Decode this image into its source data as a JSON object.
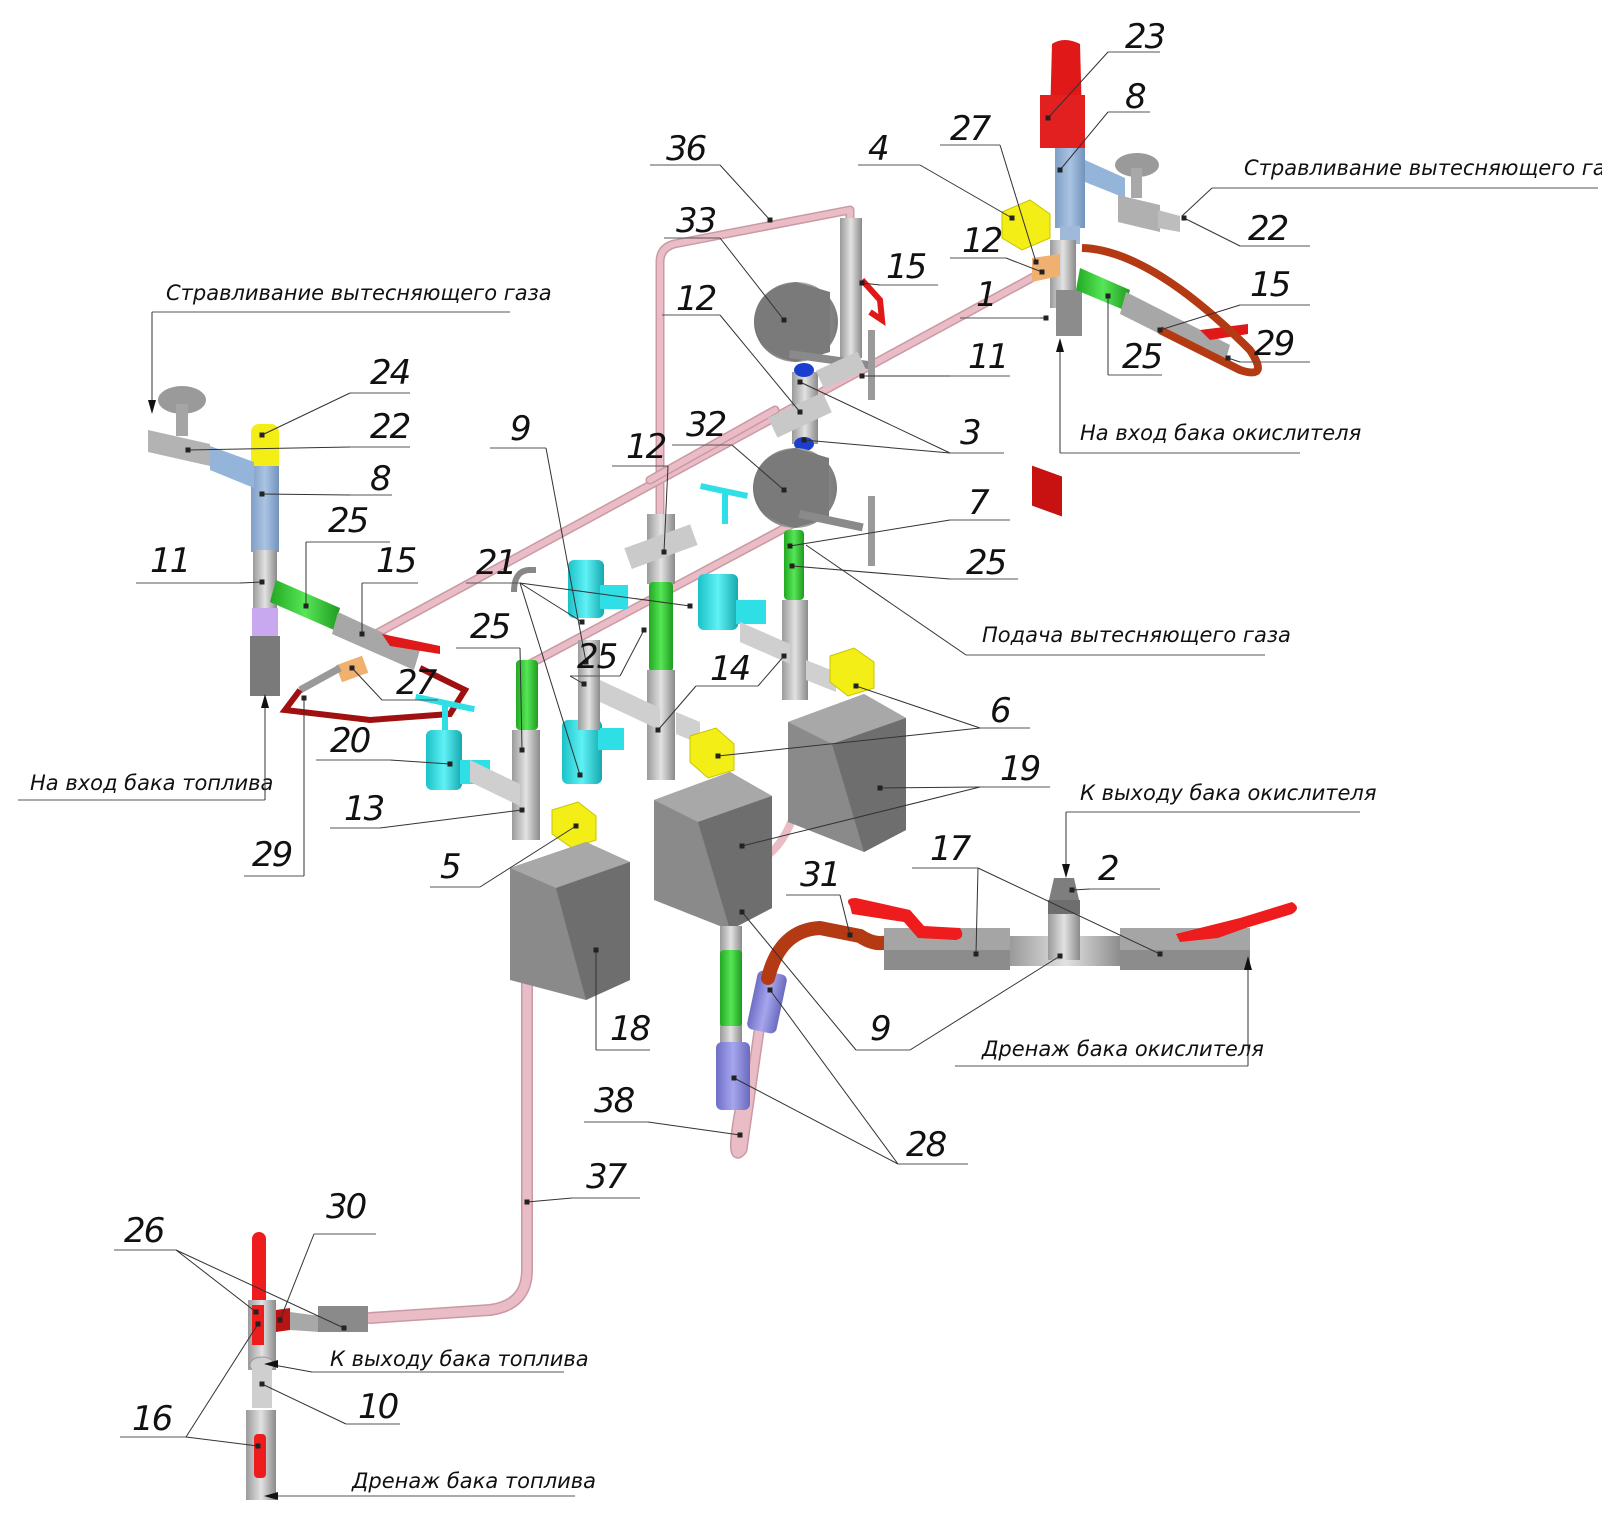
{
  "title": "Пневмогидравлическая схема заправочной системы (изометрия)",
  "colors": {
    "pipe": "#e9bcc6",
    "steel": "#b8b8b8",
    "steel_dark": "#8a8a8a",
    "block": "#8c8c8c",
    "fitting_green": "#3ccf3c",
    "valve_cyan": "#2ee0e6",
    "nut_yellow": "#f2ee16",
    "handle_red": "#ee1c1c",
    "hose_brown": "#b33a12",
    "tee_blue": "#8fb0d6",
    "relief_red": "#e01818",
    "coupling_violet": "#8c8ce0",
    "adapter_orange": "#f0b070",
    "wire_darkred": "#a01010"
  },
  "callouts": [
    {
      "id": "c23",
      "number": "23"
    },
    {
      "id": "c8a",
      "number": "8"
    },
    {
      "id": "c27a",
      "number": "27"
    },
    {
      "id": "c4",
      "number": "4"
    },
    {
      "id": "c36",
      "number": "36"
    },
    {
      "id": "c33",
      "number": "33"
    },
    {
      "id": "c12a",
      "number": "12"
    },
    {
      "id": "c15a",
      "number": "15"
    },
    {
      "id": "c22a",
      "number": "22"
    },
    {
      "id": "c12b",
      "number": "12"
    },
    {
      "id": "c1",
      "number": "1"
    },
    {
      "id": "c15b",
      "number": "15"
    },
    {
      "id": "c29a",
      "number": "29"
    },
    {
      "id": "c25a",
      "number": "25"
    },
    {
      "id": "c11a",
      "number": "11"
    },
    {
      "id": "c3",
      "number": "3"
    },
    {
      "id": "c24",
      "number": "24"
    },
    {
      "id": "c22b",
      "number": "22"
    },
    {
      "id": "c8b",
      "number": "8"
    },
    {
      "id": "c9a",
      "number": "9"
    },
    {
      "id": "c12c",
      "number": "12"
    },
    {
      "id": "c32",
      "number": "32"
    },
    {
      "id": "c7",
      "number": "7"
    },
    {
      "id": "c25b",
      "number": "25"
    },
    {
      "id": "c25c",
      "number": "25"
    },
    {
      "id": "c11b",
      "number": "11"
    },
    {
      "id": "c15c",
      "number": "15"
    },
    {
      "id": "c21",
      "number": "21"
    },
    {
      "id": "c25d",
      "number": "25"
    },
    {
      "id": "c25e",
      "number": "25"
    },
    {
      "id": "c14",
      "number": "14"
    },
    {
      "id": "c27b",
      "number": "27"
    },
    {
      "id": "c6",
      "number": "6"
    },
    {
      "id": "c20",
      "number": "20"
    },
    {
      "id": "c19",
      "number": "19"
    },
    {
      "id": "c13",
      "number": "13"
    },
    {
      "id": "c29b",
      "number": "29"
    },
    {
      "id": "c5",
      "number": "5"
    },
    {
      "id": "c17",
      "number": "17"
    },
    {
      "id": "c2",
      "number": "2"
    },
    {
      "id": "c31",
      "number": "31"
    },
    {
      "id": "c18",
      "number": "18"
    },
    {
      "id": "c9b",
      "number": "9"
    },
    {
      "id": "c38",
      "number": "38"
    },
    {
      "id": "c28",
      "number": "28"
    },
    {
      "id": "c37",
      "number": "37"
    },
    {
      "id": "c26",
      "number": "26"
    },
    {
      "id": "c30",
      "number": "30"
    },
    {
      "id": "c16",
      "number": "16"
    },
    {
      "id": "c10",
      "number": "10"
    }
  ],
  "labels": {
    "vent_gas_right": "Стравливание вытесняющего газа",
    "oxidizer_tank_inlet": "На вход бака окислителя",
    "vent_gas_left": "Стравливание вытесняющего газа",
    "gas_supply": "Подача вытесняющего газа",
    "fuel_tank_inlet": "На вход бака топлива",
    "oxidizer_tank_outlet": "К выходу бака окислителя",
    "oxidizer_tank_drain": "Дренаж бака окислителя",
    "fuel_tank_outlet": "К выходу бака топлива",
    "fuel_tank_drain": "Дренаж бака топлива"
  }
}
